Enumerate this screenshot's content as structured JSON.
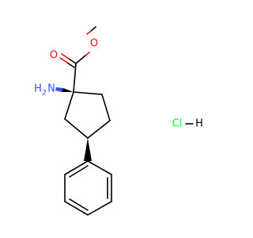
{
  "molecule": {
    "atoms": {
      "carbonyl_oxygen": {
        "symbol": "O",
        "color": "#ff0d0d"
      },
      "ester_oxygen": {
        "symbol": "O",
        "color": "#ff0d0d"
      },
      "amine": {
        "symbol": "H",
        "subscript": "2",
        "element": "N",
        "color": "#3050f8"
      },
      "chlorine": {
        "symbol": "Cl",
        "color": "#1ff01f"
      },
      "hydrogen": {
        "symbol": "H",
        "color": "#000000"
      }
    }
  }
}
